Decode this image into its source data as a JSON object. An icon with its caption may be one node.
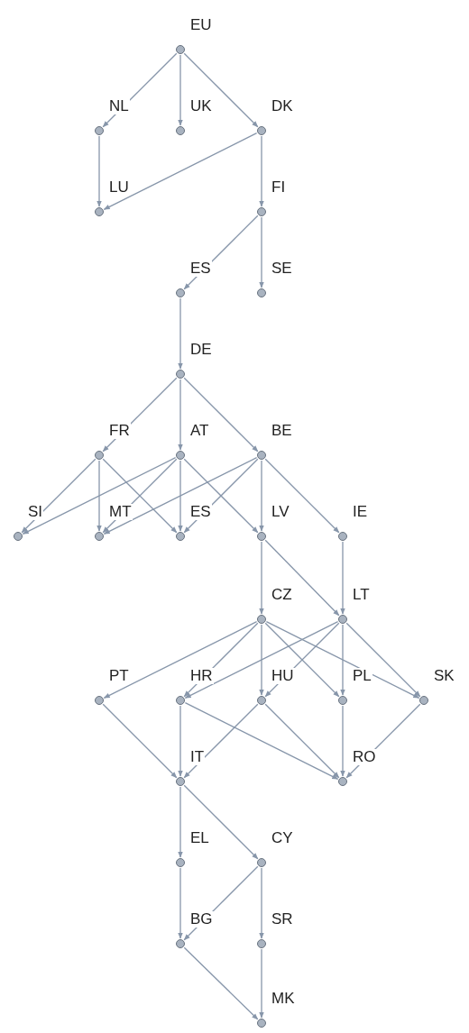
{
  "diagram": {
    "nodes": [
      {
        "text": [],
        "shape": "circle",
        "beside": [
          "EU"
        ]
      },
      {
        "text": [],
        "shape": "circle",
        "beside": [
          "NL"
        ]
      },
      {
        "text": [],
        "shape": "circle",
        "beside": [
          "UK"
        ]
      },
      {
        "text": [],
        "shape": "circle",
        "beside": [
          "DK"
        ]
      },
      {
        "text": [],
        "shape": "circle",
        "beside": [
          "LU"
        ]
      },
      {
        "text": [],
        "shape": "circle",
        "beside": [
          "FI"
        ]
      },
      {
        "text": [],
        "shape": "circle",
        "beside": [
          "ES"
        ]
      },
      {
        "text": [],
        "shape": "circle",
        "beside": [
          "SE"
        ]
      },
      {
        "text": [],
        "shape": "circle",
        "beside": [
          "DE"
        ]
      },
      {
        "text": [],
        "shape": "circle",
        "beside": [
          "FR"
        ]
      },
      {
        "text": [],
        "shape": "circle",
        "beside": [
          "AT"
        ]
      },
      {
        "text": [],
        "shape": "circle",
        "beside": [
          "BE"
        ]
      },
      {
        "text": [],
        "shape": "circle",
        "beside": [
          "SI"
        ]
      },
      {
        "text": [],
        "shape": "circle",
        "beside": [
          "MT"
        ]
      },
      {
        "text": [],
        "shape": "circle",
        "beside": [
          "ES"
        ]
      },
      {
        "text": [],
        "shape": "circle",
        "beside": [
          "LV"
        ]
      },
      {
        "text": [],
        "shape": "circle",
        "beside": [
          "IE"
        ]
      },
      {
        "text": [],
        "shape": "circle",
        "beside": [
          "CZ"
        ]
      },
      {
        "text": [],
        "shape": "circle",
        "beside": [
          "LT"
        ]
      },
      {
        "text": [],
        "shape": "circle",
        "beside": [
          "PT"
        ]
      },
      {
        "text": [],
        "shape": "circle",
        "beside": [
          "HR"
        ]
      },
      {
        "text": [],
        "shape": "circle",
        "beside": [
          "HU"
        ]
      },
      {
        "text": [],
        "shape": "circle",
        "beside": [
          "PL"
        ]
      },
      {
        "text": [],
        "shape": "circle",
        "beside": [
          "SK"
        ]
      },
      {
        "text": [],
        "shape": "circle",
        "beside": [
          "IT"
        ]
      },
      {
        "text": [],
        "shape": "circle",
        "beside": [
          "RO"
        ]
      },
      {
        "text": [],
        "shape": "circle",
        "beside": [
          "EL"
        ]
      },
      {
        "text": [],
        "shape": "circle",
        "beside": [
          "CY"
        ]
      },
      {
        "text": [],
        "shape": "circle",
        "beside": [
          "BG"
        ]
      },
      {
        "text": [],
        "shape": "circle",
        "beside": [
          "SR"
        ]
      },
      {
        "text": [],
        "shape": "circle",
        "beside": [
          "MK"
        ]
      }
    ],
    "edges": [
      {
        "from": 0,
        "to": 1,
        "arrow": "to"
      },
      {
        "from": 0,
        "to": 2,
        "arrow": "to"
      },
      {
        "from": 0,
        "to": 3,
        "arrow": "to"
      },
      {
        "from": 1,
        "to": 4,
        "arrow": "to"
      },
      {
        "from": 3,
        "to": 4,
        "arrow": "to"
      },
      {
        "from": 3,
        "to": 5,
        "arrow": "to"
      },
      {
        "from": 5,
        "to": 6,
        "arrow": "to"
      },
      {
        "from": 5,
        "to": 7,
        "arrow": "to"
      },
      {
        "from": 6,
        "to": 8,
        "arrow": "to"
      },
      {
        "from": 8,
        "to": 9,
        "arrow": "to"
      },
      {
        "from": 8,
        "to": 10,
        "arrow": "to"
      },
      {
        "from": 8,
        "to": 11,
        "arrow": "to"
      },
      {
        "from": 9,
        "to": 12,
        "arrow": "to"
      },
      {
        "from": 9,
        "to": 13,
        "arrow": "to"
      },
      {
        "from": 9,
        "to": 14,
        "arrow": "to"
      },
      {
        "from": 10,
        "to": 12,
        "arrow": "to"
      },
      {
        "from": 10,
        "to": 13,
        "arrow": "to"
      },
      {
        "from": 10,
        "to": 14,
        "arrow": "to"
      },
      {
        "from": 10,
        "to": 15,
        "arrow": "to"
      },
      {
        "from": 11,
        "to": 13,
        "arrow": "to"
      },
      {
        "from": 11,
        "to": 14,
        "arrow": "to"
      },
      {
        "from": 11,
        "to": 15,
        "arrow": "to"
      },
      {
        "from": 11,
        "to": 16,
        "arrow": "to"
      },
      {
        "from": 15,
        "to": 17,
        "arrow": "to"
      },
      {
        "from": 15,
        "to": 18,
        "arrow": "to"
      },
      {
        "from": 16,
        "to": 18,
        "arrow": "to"
      },
      {
        "from": 17,
        "to": 19,
        "arrow": "to"
      },
      {
        "from": 17,
        "to": 20,
        "arrow": "to"
      },
      {
        "from": 17,
        "to": 21,
        "arrow": "to"
      },
      {
        "from": 17,
        "to": 22,
        "arrow": "to"
      },
      {
        "from": 17,
        "to": 23,
        "arrow": "to"
      },
      {
        "from": 18,
        "to": 20,
        "arrow": "to"
      },
      {
        "from": 18,
        "to": 21,
        "arrow": "to"
      },
      {
        "from": 18,
        "to": 22,
        "arrow": "to"
      },
      {
        "from": 18,
        "to": 23,
        "arrow": "to"
      },
      {
        "from": 19,
        "to": 24,
        "arrow": "to"
      },
      {
        "from": 20,
        "to": 24,
        "arrow": "to"
      },
      {
        "from": 21,
        "to": 24,
        "arrow": "to"
      },
      {
        "from": 20,
        "to": 25,
        "arrow": "to"
      },
      {
        "from": 21,
        "to": 25,
        "arrow": "to"
      },
      {
        "from": 22,
        "to": 25,
        "arrow": "to"
      },
      {
        "from": 23,
        "to": 25,
        "arrow": "to"
      },
      {
        "from": 24,
        "to": 26,
        "arrow": "to"
      },
      {
        "from": 24,
        "to": 27,
        "arrow": "to"
      },
      {
        "from": 26,
        "to": 28,
        "arrow": "to"
      },
      {
        "from": 27,
        "to": 28,
        "arrow": "to"
      },
      {
        "from": 27,
        "to": 29,
        "arrow": "to"
      },
      {
        "from": 28,
        "to": 30,
        "arrow": "to"
      },
      {
        "from": 29,
        "to": 30,
        "arrow": "to"
      }
    ]
  }
}
